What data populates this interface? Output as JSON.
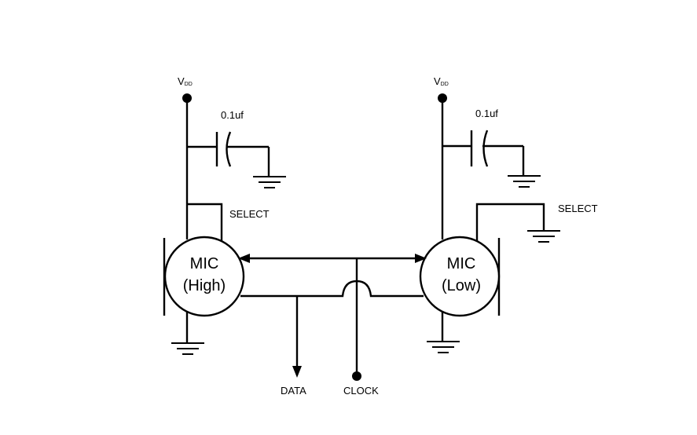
{
  "left_mic": {
    "supply_label": "V",
    "supply_sub": "DD",
    "cap_label": "0.1uf",
    "select_label": "SELECT",
    "name_line1": "MIC",
    "name_line2": "(High)"
  },
  "right_mic": {
    "supply_label": "V",
    "supply_sub": "DD",
    "cap_label": "0.1uf",
    "select_label": "SELECT",
    "name_line1": "MIC",
    "name_line2": "(Low)"
  },
  "signals": {
    "data_label": "DATA",
    "clock_label": "CLOCK"
  }
}
